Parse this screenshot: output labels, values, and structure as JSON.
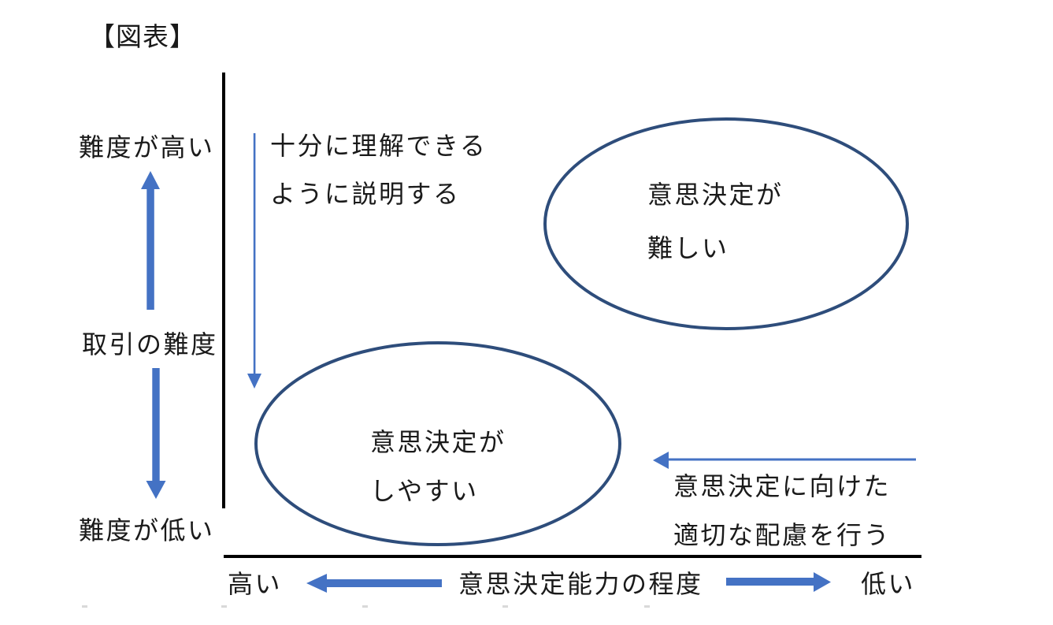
{
  "figure": {
    "title": "【図表】",
    "y_axis": {
      "top_label": "難度が高い",
      "mid_label": "取引の難度",
      "bottom_label": "難度が低い"
    },
    "x_axis": {
      "left_label": "高い",
      "center_label": "意思決定能力の程度",
      "right_label": "低い"
    },
    "annotations": {
      "explain": {
        "line1": "十分に理解できる",
        "line2": "ように説明する"
      },
      "consideration": {
        "line1": "意思決定に向けた",
        "line2": "適切な配慮を行う"
      }
    },
    "ellipses": {
      "hard": {
        "line1": "意思決定が",
        "line2": "難しい"
      },
      "easy": {
        "line1": "意思決定が",
        "line2": "しやすい"
      }
    },
    "colors": {
      "arrow": "#4472C4",
      "ellipse_stroke": "#2E4D7B",
      "axis": "#000000",
      "text": "#1A1A1A",
      "artifact": "#D9D9D9"
    }
  }
}
